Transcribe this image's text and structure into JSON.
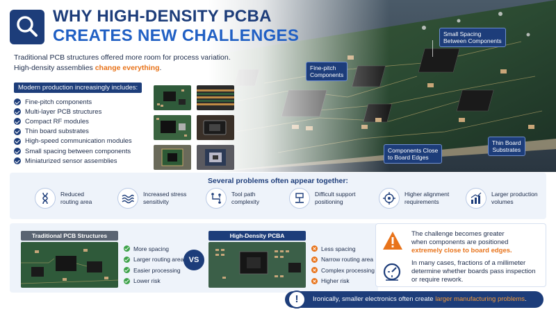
{
  "header": {
    "title_line1": "WHY HIGH-DENSITY PCBA",
    "title_line2": "CREATES NEW CHALLENGES",
    "logo_icon": "magnifier-icon"
  },
  "intro": {
    "line1": "Traditional PCB structures offered more room for process variation.",
    "line2_prefix": "High-density assemblies ",
    "line2_highlight": "change everything",
    "line2_suffix": "."
  },
  "production": {
    "heading": "Modern production increasingly includes:",
    "items": [
      "Fine-pitch components",
      "Multi-layer PCB structures",
      "Compact RF modules",
      "Thin board substrates",
      "High-speed communication modules",
      "Small spacing between components",
      "Miniaturized sensor assemblies"
    ]
  },
  "callouts": {
    "small_spacing": "Small Spacing\nBetween Components",
    "fine_pitch": "Fine-pitch\nComponents",
    "close_edges": "Components Close\nto Board Edges",
    "thin_board": "Thin Board\nSubstrates"
  },
  "problems": {
    "title": "Several problems often appear together:",
    "items": [
      {
        "label": "Reduced\nrouting area",
        "icon": "dna-icon"
      },
      {
        "label": "Increased stress\nsensitivity",
        "icon": "wave-icon"
      },
      {
        "label": "Tool path\ncomplexity",
        "icon": "path-icon"
      },
      {
        "label": "Difficult support\npositioning",
        "icon": "support-icon"
      },
      {
        "label": "Higher alignment\nrequirements",
        "icon": "crosshair-icon"
      },
      {
        "label": "Larger production\nvolumes",
        "icon": "bar-chart-icon"
      }
    ]
  },
  "comparison": {
    "traditional": {
      "heading": "Traditional PCB Structures",
      "items": [
        "More spacing",
        "Larger routing area",
        "Easier processing",
        "Lower risk"
      ]
    },
    "vs": "VS",
    "high_density": {
      "heading": "High-Density PCBA",
      "items": [
        "Less spacing",
        "Narrow routing area",
        "Complex processing",
        "Higher risk"
      ]
    }
  },
  "challenge": {
    "line1": "The challenge becomes greater",
    "line2": "when components are positioned",
    "line3_highlight": "extremely close to board edges.",
    "para2": "In many cases, fractions of a millimeter\ndetermine whether boards pass inspection\nor require rework."
  },
  "footer": {
    "icon": "!",
    "prefix": "Ironically, smaller electronics often create ",
    "highlight": "larger manufacturing problems",
    "suffix": "."
  },
  "colors": {
    "navy": "#1d3d7a",
    "blue": "#2160c4",
    "orange": "#e8731a",
    "green": "#3ea34a",
    "band": "#eef3fa"
  }
}
